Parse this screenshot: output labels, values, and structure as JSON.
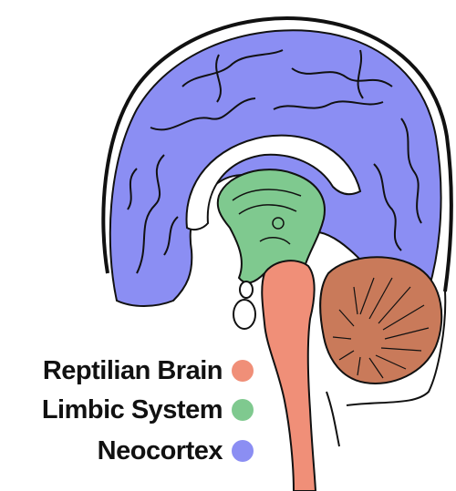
{
  "legend": [
    {
      "label": "Reptilian Brain",
      "color": "#f08f78"
    },
    {
      "label": "Limbic System",
      "color": "#7fc98f"
    },
    {
      "label": "Neocortex",
      "color": "#8b8ef3"
    }
  ],
  "colors": {
    "neocortex": "#8b8ef3",
    "limbic": "#7fc98f",
    "reptilian": "#f08f78",
    "cerebellum": "#c97a5a",
    "outline": "#111111",
    "background": "#ffffff"
  }
}
